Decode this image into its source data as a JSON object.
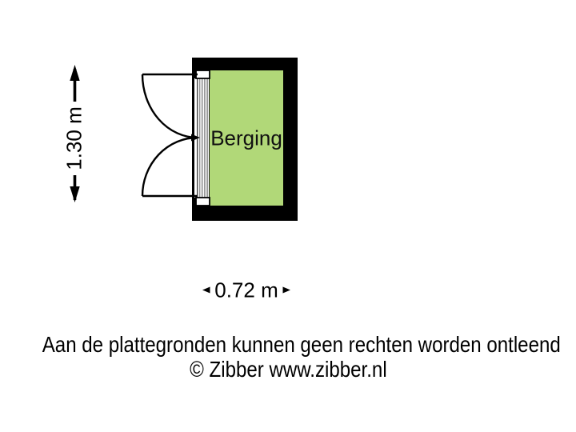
{
  "floorplan": {
    "room": {
      "label": "Berging",
      "fill": "#b1d878"
    },
    "wall_color": "#000000",
    "dimensions": {
      "height": "1.30 m",
      "width": "0.72 m"
    }
  },
  "footer": {
    "disclaimer": "Aan de plattegronden kunnen geen rechten worden ontleend",
    "copyright": "© Zibber www.zibber.nl"
  }
}
